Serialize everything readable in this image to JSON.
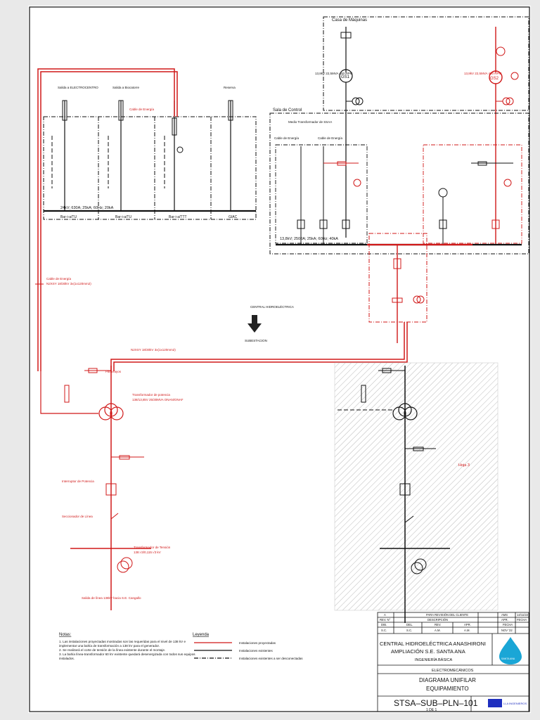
{
  "areas": {
    "casa_maquinas": "Casa de Máquinas",
    "sala_control": "Sala de Control",
    "subestacion": "SUBESTACION",
    "central": "CENTRAL HIDROELÉCTRICA"
  },
  "feeders": {
    "f1": "Salida a ELECTROCENTRO",
    "f2": "Salida a Biocatorre",
    "f3": "Reserva"
  },
  "cables": {
    "c1": "Cable de Energía",
    "c1_spec": "N2XSY 18/30kV 3x(1x120mm2)",
    "c2": "Cable de Energía",
    "c2_spec": "N2XSY 18/30kV 3x(1x120mm2)",
    "c3": "Cable de Energía",
    "c4": "Cable de Energía"
  },
  "buses": {
    "lv_bus": "24kV; 630A; 25kA; 60Hz; 20kA",
    "mv_bus": "13,8kV; 2500A; 25kA; 60Hz; 40kA"
  },
  "cells": {
    "cell1": "Bar-i-a/TU",
    "cell2": "Bar-i-a/TU",
    "cell3": "Bar-i-a/TTT",
    "cell4": "GIAC"
  },
  "generators": {
    "g1": "GS1",
    "g2": "GS2",
    "g1_spec": "13,8kV 22,5MVA 400 RPM",
    "g2_spec": "13,8kV 22,5MVA 400 RPM"
  },
  "transformers": {
    "tp_label": "Transformador de potencia",
    "tt_label": "Transformador de Tensión",
    "tp_spec": "138/13,8kV 25/30MVA ONAN/ONAF",
    "tt_spec": "138:√3/0,115:√3 kV",
    "tsa_label": "Medio Transformador de SSAA"
  },
  "labels": {
    "pararrayos": "Pararrayos",
    "interruptor": "Interruptor de Potencia",
    "seccionador": "Seccionador de Línea",
    "salida_linea": "Salida de línea 138kV hacia S.E. Cangallo",
    "hoja": "Hoja 3"
  },
  "notes": {
    "title": "Notas:",
    "n1": "1.  Las instalaciones proyectadas mostradas son las requeridas para el nivel de 138 kV e implementar una bahía de transformación a 138 kV para el generador.",
    "n2": "2.  Se realizará el corte de tensión de la línea existente durante el montaje.",
    "n3": "3.  La bahía línea-transformador 60 kV existente quedará desenergizada con todos sus equipos instalados."
  },
  "legend": {
    "title": "Leyenda",
    "l1": "Instalaciones proyectadas",
    "l2": "Instalaciones existentes",
    "l3": "Instalaciones existentes a ser desconectadas",
    "c1": "#d01818",
    "c2": "#111111",
    "c3": "#111111"
  },
  "title_block": {
    "rev_a": "A",
    "rev_desc": "PARA REVISIÓN DEL CLIENTE",
    "rev_by": "AMS",
    "rev_date": "14/11/22",
    "h_rev": "REV. N°",
    "h_desc": "DESCRIPCIÓN",
    "h_apr": "APR.",
    "h_fecha": "FECHA",
    "dib": "DIB.",
    "dib_v": "S.C.",
    "del": "DEL.",
    "del_v": "S.C.",
    "rev": "REV.",
    "rev_v": "A.M.",
    "apr": "APR.",
    "apr_v": "A.M.",
    "fecha": "FECHA",
    "fecha_v": "NOV '22",
    "project_1": "CENTRAL HIDROELÉCTRICA ANASHIRONI",
    "project_2": "AMPLIACIÓN S.E. SANTA ANA",
    "engineering": "INGENIERÍA BÁSICA",
    "discipline": "ELECTROMECÁNICOS",
    "drawing_1": "DIAGRAMA  UNIFILAR",
    "drawing_2": "EQUIPAMIENTO",
    "code": "STSA–SUB–PLN–101",
    "sheet": "1 DE 1",
    "company": "LLA INGENIEROS",
    "logo_text": "SANTA ANA"
  }
}
